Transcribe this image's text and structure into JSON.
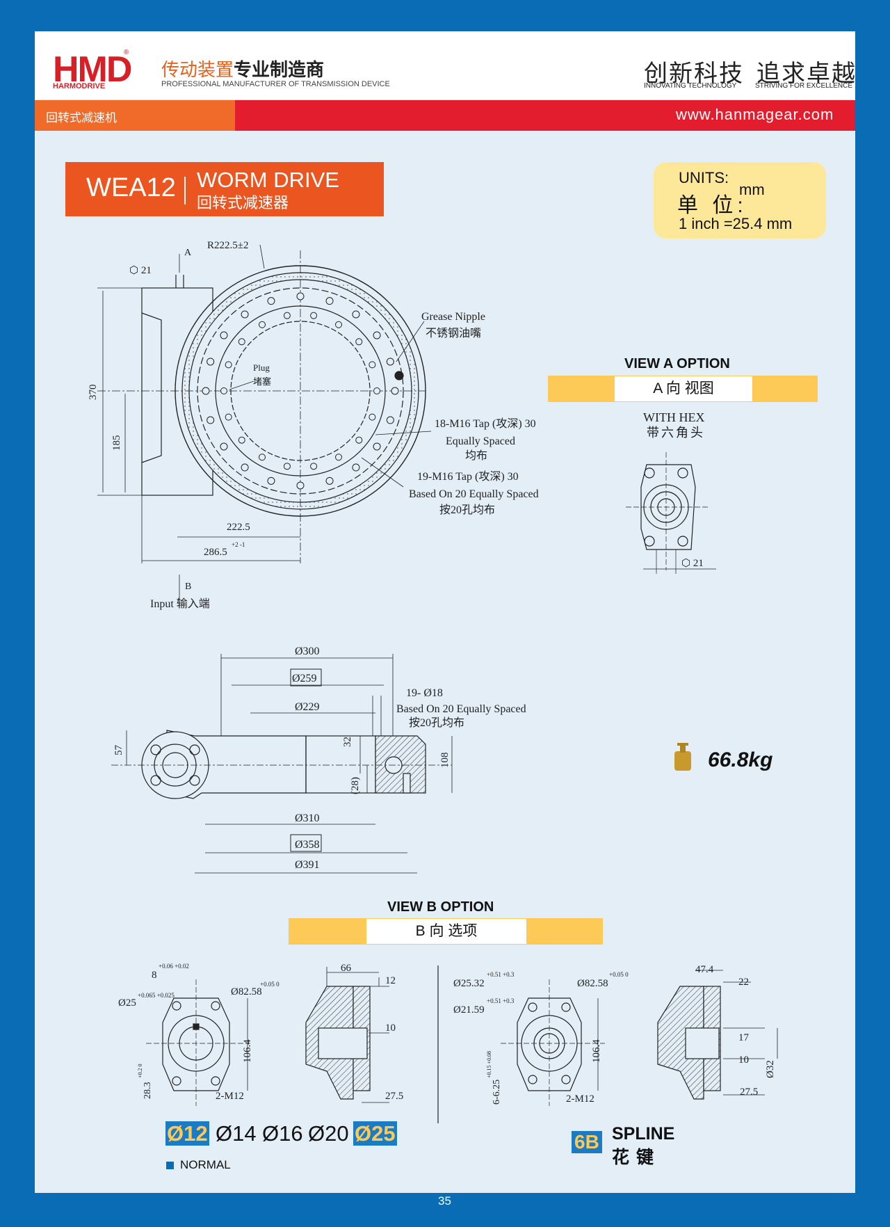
{
  "header": {
    "logo_text": "HMD",
    "logo_sub": "HARMODRIVE",
    "registered": "®",
    "cn_maker_a": "传动装置",
    "cn_maker_b": "专业制造商",
    "en_maker": "PROFESSIONAL MANUFACTURER OF TRANSMISSION DEVICE",
    "slogan1_cn": "创新科技",
    "slogan1_en": "INNOVATING TECHNOLOGY",
    "slogan2_cn": "追求卓越",
    "slogan2_en": "STRIVING FOR EXCELLENCE"
  },
  "band": {
    "category": "回转式减速机",
    "url": "www.hanmagear.com"
  },
  "product": {
    "model": "WEA12",
    "title_en": "WORM DRIVE",
    "title_cn": "回转式减速器"
  },
  "units": {
    "label_en": "UNITS:",
    "label_cn": "单 位:",
    "unit": "mm",
    "conversion": "1 inch =25.4 mm"
  },
  "view_a": {
    "heading": "VIEW A OPTION",
    "sub": "A 向 视图",
    "note_en": "WITH HEX",
    "note_cn": "带六角头",
    "hex": "21"
  },
  "view_b": {
    "heading": "VIEW B OPTION",
    "sub": "B 向 选项"
  },
  "weight": "66.8kg",
  "drawing1": {
    "radius": "R222.5±2",
    "hex": "21",
    "label_a": "A",
    "label_b": "B",
    "input": "Input 输入端",
    "grease_en": "Grease Nipple",
    "grease_cn": "不锈钢油嘴",
    "plug_en": "Plug",
    "plug_cn": "堵塞",
    "tap1_a": "18-M16 Tap (攻深) 30",
    "tap1_b": "Equally Spaced",
    "tap1_c": "均布",
    "tap2_a": "19-M16 Tap (攻深) 30",
    "tap2_b": "Based On 20 Equally Spaced",
    "tap2_c": "按20孔均布",
    "dim_370": "370",
    "dim_185": "185",
    "dim_2225": "222.5",
    "dim_2865": "286.5",
    "tol_2865": "+2 -1"
  },
  "drawing2": {
    "d300": "Ø300",
    "d259": "Ø259",
    "d229": "Ø229",
    "holes_a": "19- Ø18",
    "holes_b": "Based On 20 Equally Spaced",
    "holes_c": "按20孔均布",
    "h57": "57",
    "h32": "32",
    "h28": "(28)",
    "h108": "108",
    "d310": "Ø310",
    "d358": "Ø358",
    "d391": "Ø391"
  },
  "drawing3": {
    "key": "8",
    "key_tol": "+0.06 +0.02",
    "bore": "Ø25",
    "bore_tol": "+0.065 +0.025",
    "pcd": "Ø82.58",
    "pcd_tol": "+0.05 0",
    "h1064": "106.4",
    "h283": "28.3",
    "h283_tol": "+0.2 0",
    "m12": "2-M12",
    "w66": "66",
    "w12": "12",
    "w10": "10",
    "w275": "27.5"
  },
  "drawing4": {
    "d2532": "Ø25.32",
    "d2532_tol": "+0.51 +0.3",
    "d2159": "Ø21.59",
    "d2159_tol": "+0.51 +0.3",
    "pcd": "Ø82.58",
    "pcd_tol": "+0.05 0",
    "h1064": "106.4",
    "s625": "6-6.25",
    "s625_tol": "+0.15 +0.08",
    "m12": "2-M12",
    "w474": "47.4",
    "w22": "22",
    "w17": "17",
    "w10": "10",
    "w275": "27.5",
    "d32": "Ø32"
  },
  "shaft_sizes": {
    "s12": "Ø12",
    "s14": "Ø14",
    "s16": "Ø16",
    "s20": "Ø20",
    "s25": "Ø25"
  },
  "legend": {
    "normal": "NORMAL"
  },
  "spline": {
    "code": "6B",
    "en": "SPLINE",
    "cn": "花键"
  },
  "page_number": "35",
  "colors": {
    "frame": "#0a6cb4",
    "orange": "#ea5520",
    "red": "#e31d2d",
    "yellow": "#fdc957",
    "highlight": "#1b7bc4"
  }
}
